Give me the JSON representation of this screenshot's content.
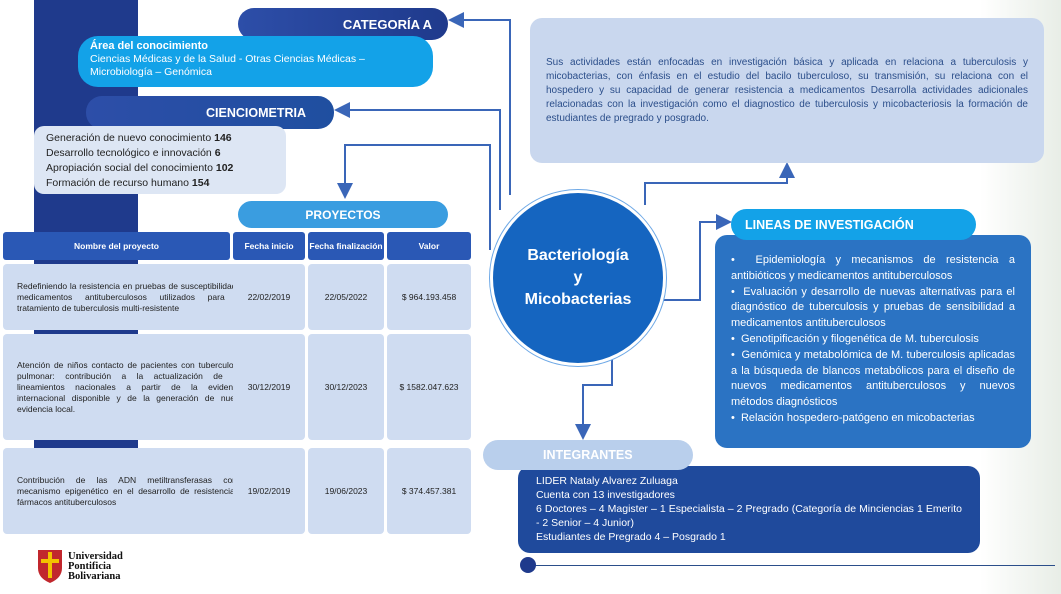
{
  "categoria": {
    "label": "CATEGORÍA A"
  },
  "area": {
    "heading": "Área del conocimiento",
    "text": "Ciencias Médicas y de la Salud - Otras Ciencias Médicas – Microbiología – Genómica"
  },
  "cienciometria": {
    "label": "CIENCIOMETRIA",
    "items": [
      {
        "label": "Generación de nuevo conocimiento ",
        "value": "146"
      },
      {
        "label": "Desarrollo tecnológico e innovación ",
        "value": "6"
      },
      {
        "label": "Apropiación social del conocimiento ",
        "value": "102"
      },
      {
        "label": "Formación de recurso humano ",
        "value": "154"
      }
    ]
  },
  "proyectos": {
    "label": "PROYECTOS",
    "headers": [
      "Nombre del proyecto",
      "Fecha inicio",
      "Fecha finalización",
      "Valor"
    ],
    "rows": [
      {
        "name": "Redefiniendo la resistencia en pruebas de susceptibilidad a medicamentos antituberculosos utilizados para el tratamiento de tuberculosis multi-resistente",
        "start": "22/02/2019",
        "end": "22/05/2022",
        "value": "$ 964.193.458"
      },
      {
        "name": "Atención de niños contacto de pacientes con tuberculosis pulmonar: contribución a la actualización de los lineamientos nacionales a partir de la evidencia internacional disponible y de la generación de nueva evidencia local.",
        "start": "30/12/2019",
        "end": "30/12/2023",
        "value": "$ 1582.047.623"
      },
      {
        "name": "Contribución de las ADN metiltransferasas como mecanismo epigenético en el desarrollo de resistencia a fármacos antituberculosos",
        "start": "19/02/2019",
        "end": "19/06/2023",
        "value": "$ 374.457.381"
      }
    ]
  },
  "summary": "Sus actividades están enfocadas en investigación básica y aplicada en relaciona a tuberculosis y micobacterias, con énfasis en el estudio del bacilo tuberculoso, su transmisión, su relaciona con el hospedero y su capacidad de generar resistencia a medicamentos Desarrolla actividades adicionales relacionadas con la investigación como el diagnostico de tuberculosis y micobacteriosis  la formación de estudiantes de pregrado y posgrado.",
  "center": {
    "line1": "Bacteriología",
    "line2": "y",
    "line3": "Micobacterias"
  },
  "lineas": {
    "label": "LINEAS DE INVESTIGACIÓN",
    "items": [
      "Epidemiología y mecanismos de resistencia a antibióticos y medicamentos antituberculosos",
      "Evaluación y desarrollo de nuevas alternativas para el diagnóstico de tuberculosis y pruebas de sensibilidad a medicamentos antituberculosos",
      "Genotipificación y filogenética de M. tuberculosis",
      "Genómica y metabolómica de M. tuberculosis aplicadas a la búsqueda de blancos metabólicos para el diseño de nuevos medicamentos antituberculosos y nuevos métodos diagnósticos",
      "Relación hospedero-patógeno en micobacterias"
    ]
  },
  "integrantes": {
    "label": "INTEGRANTES",
    "lines": [
      "LIDER Nataly Alvarez Zuluaga",
      "Cuenta con 13 investigadores",
      "6 Doctores – 4 Magister – 1 Especialista – 2 Pregrado (Categoría de Minciencias 1 Emerito - 2 Senior – 4 Junior)",
      "Estudiantes de Pregrado 4 – Posgrado 1"
    ]
  },
  "logo": {
    "line1": "Universidad",
    "line2": "Pontificia",
    "line3": "Bolivariana"
  },
  "colors": {
    "navy": "#1f3a8c",
    "accent": "#13a2e8",
    "table_header": "#2a58b5",
    "table_cell": "#cfdcf1"
  }
}
